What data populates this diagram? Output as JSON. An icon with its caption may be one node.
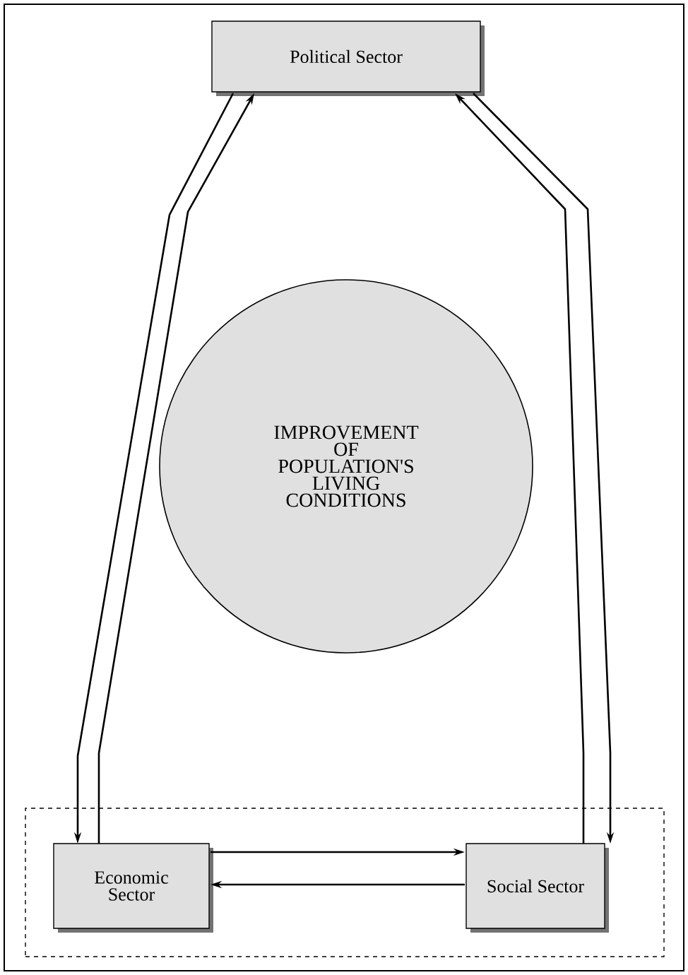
{
  "diagram": {
    "nodes": [
      {
        "text": [
          "Political Sector"
        ]
      },
      {
        "text": [
          "IMPROVEMENT OF POPULATION'S LIVING CONDITIONS"
        ]
      },
      {
        "text": [],
        "shape": "box"
      },
      {
        "text": [
          "Economic Sector"
        ],
        "in": 2
      },
      {
        "text": [
          "Social Sector"
        ],
        "in": 2
      }
    ],
    "edges": [
      {
        "from": 0,
        "to": 3,
        "arrow": "to"
      },
      {
        "from": 3,
        "to": 0,
        "arrow": "to"
      },
      {
        "from": 4,
        "to": 0,
        "arrow": "to"
      },
      {
        "from": 0,
        "to": 4,
        "arrow": "to"
      },
      {
        "from": 3,
        "to": 4,
        "arrow": "to"
      },
      {
        "from": 4,
        "to": 3,
        "arrow": "to"
      }
    ]
  }
}
